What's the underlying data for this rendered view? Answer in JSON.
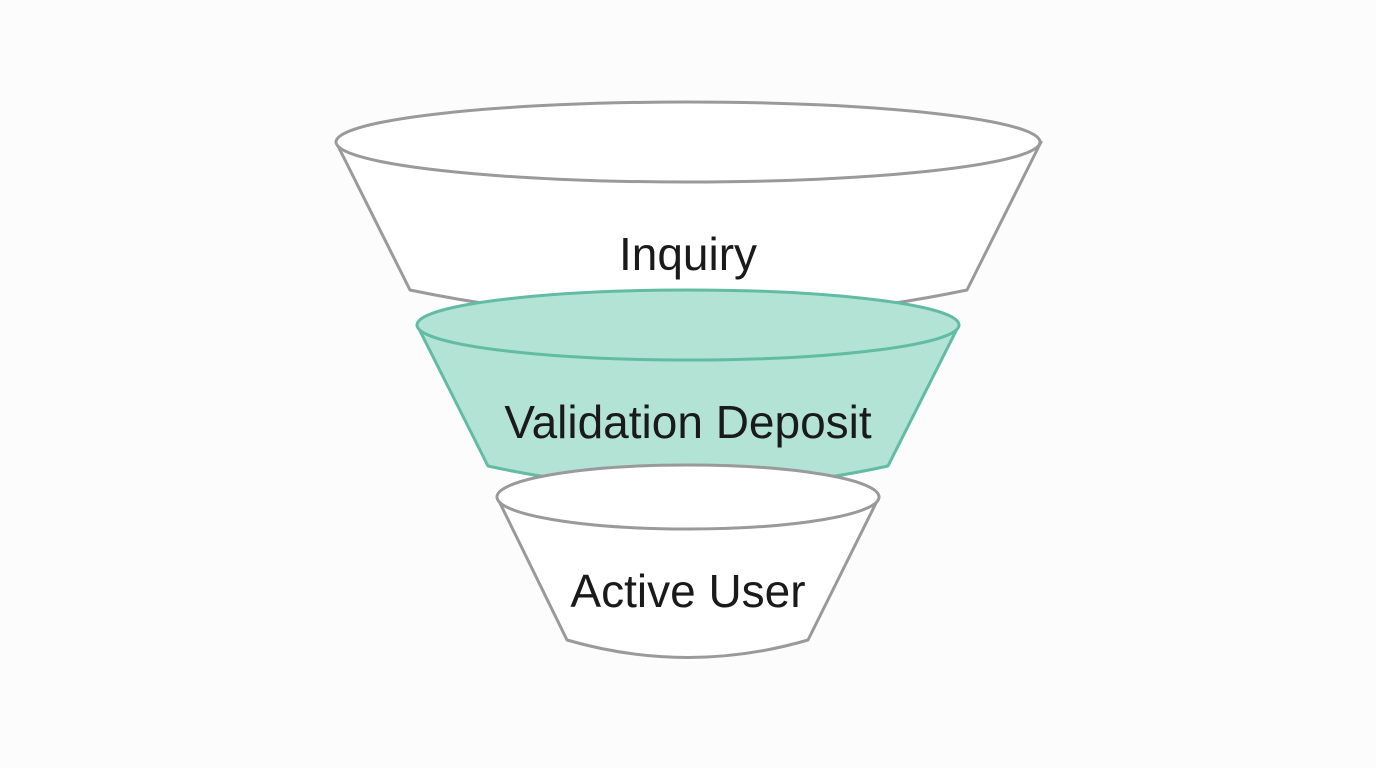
{
  "funnel": {
    "stages": [
      {
        "label": "Inquiry",
        "highlighted": false
      },
      {
        "label": "Validation Deposit",
        "highlighted": true
      },
      {
        "label": "Active User",
        "highlighted": false
      }
    ]
  },
  "colors": {
    "background": "#fcfcfc",
    "outline": "#9a9a9a",
    "stage_fill": "#ffffff",
    "highlight_fill": "#b2e3d4",
    "highlight_outline": "#62bca3",
    "text": "#1a1a1a"
  }
}
